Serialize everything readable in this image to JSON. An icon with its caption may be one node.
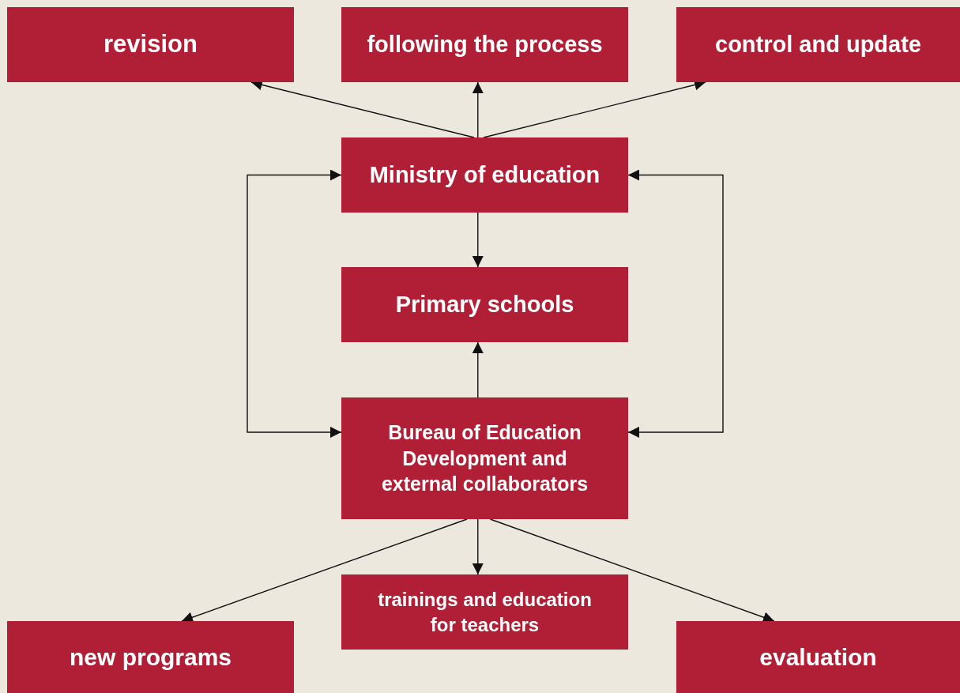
{
  "diagram": {
    "nodes": [
      {
        "text": [
          "revision"
        ]
      },
      {
        "text": [
          "following the process"
        ]
      },
      {
        "text": [
          "control and update"
        ]
      },
      {
        "text": [
          "Ministry of education"
        ]
      },
      {
        "text": [
          "Primary schools"
        ]
      },
      {
        "text": [
          "Bureau of Education Development and external collaborators"
        ]
      },
      {
        "text": [
          "new programs"
        ]
      },
      {
        "text": [
          "trainings and education for teachers"
        ]
      },
      {
        "text": [
          "evaluation"
        ]
      }
    ],
    "edges": [
      {
        "from": 3,
        "to": 0,
        "arrow": "to"
      },
      {
        "from": 3,
        "to": 1,
        "arrow": "to"
      },
      {
        "from": 3,
        "to": 2,
        "arrow": "to"
      },
      {
        "from": 5,
        "to": 3,
        "arrow": "both"
      },
      {
        "from": 5,
        "to": 3,
        "arrow": "both"
      },
      {
        "from": 3,
        "to": 4,
        "arrow": "to"
      },
      {
        "from": 5,
        "to": 4,
        "arrow": "to"
      },
      {
        "from": 5,
        "to": 6,
        "arrow": "to"
      },
      {
        "from": 5,
        "to": 7,
        "arrow": "to"
      },
      {
        "from": 5,
        "to": 8,
        "arrow": "to"
      }
    ]
  }
}
